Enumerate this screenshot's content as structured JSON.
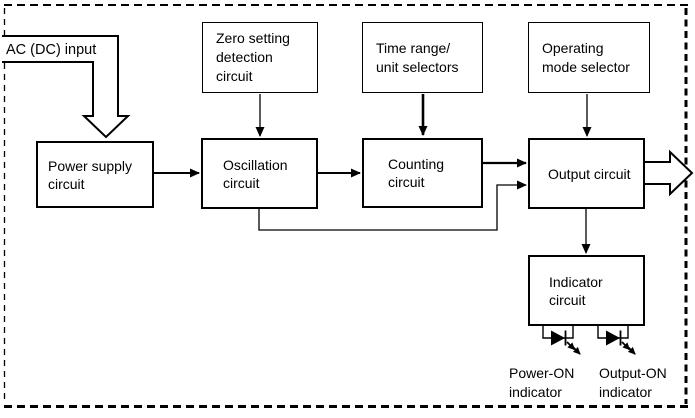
{
  "colors": {
    "line": "#000000",
    "background": "#ffffff"
  },
  "input": {
    "label": "AC (DC) input"
  },
  "blocks": {
    "power_supply": {
      "label": "Power supply\ncircuit"
    },
    "zero_setting": {
      "label": "Zero setting\ndetection\ncircuit"
    },
    "time_range": {
      "label": "Time range/\nunit selectors"
    },
    "operating_mode": {
      "label": "Operating\nmode selector"
    },
    "oscillation": {
      "label": "Oscillation\ncircuit"
    },
    "counting": {
      "label": "Counting\ncircuit"
    },
    "output": {
      "label": "Output circuit"
    },
    "indicator": {
      "label": "Indicator\ncircuit"
    }
  },
  "indicators": {
    "power_on": {
      "label": "Power-ON\nindicator"
    },
    "output_on": {
      "label": "Output-ON\nindicator"
    }
  },
  "connections": [
    {
      "from": "AC (DC) input",
      "to": "Power supply circuit",
      "style": "hollow-arrow"
    },
    {
      "from": "Power supply circuit",
      "to": "Oscillation circuit",
      "style": "solid-arrow"
    },
    {
      "from": "Zero setting detection circuit",
      "to": "Oscillation circuit",
      "style": "thin-arrow"
    },
    {
      "from": "Time range/unit selectors",
      "to": "Counting circuit",
      "style": "solid-arrow"
    },
    {
      "from": "Operating mode selector",
      "to": "Output circuit",
      "style": "thin-arrow"
    },
    {
      "from": "Oscillation circuit",
      "to": "Counting circuit",
      "style": "solid-arrow"
    },
    {
      "from": "Counting circuit",
      "to": "Output circuit",
      "style": "solid-arrow"
    },
    {
      "from": "Oscillation circuit",
      "to": "Output circuit",
      "style": "thin-arrow",
      "via": "routed below Counting circuit"
    },
    {
      "from": "Output circuit",
      "to": "external output",
      "style": "hollow-arrow"
    },
    {
      "from": "Output circuit",
      "to": "Indicator circuit",
      "style": "thin-arrow"
    },
    {
      "from": "Indicator circuit",
      "to": "Power-ON indicator LED",
      "style": "led-branch"
    },
    {
      "from": "Indicator circuit",
      "to": "Output-ON indicator LED",
      "style": "led-branch"
    }
  ]
}
